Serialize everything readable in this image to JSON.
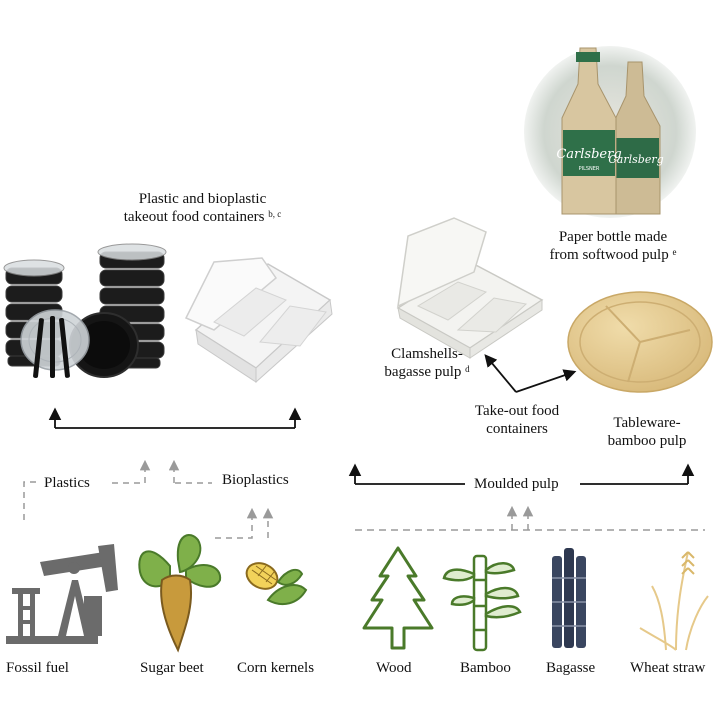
{
  "top_left": {
    "title_line1": "Plastic and bioplastic",
    "title_line2": "takeout food containers",
    "title_sup": "b, c"
  },
  "paper_bottle": {
    "line1": "Paper bottle made",
    "line2": "from softwood pulp",
    "sup": "e",
    "brand": "Carlsberg",
    "sub": "PILSNER"
  },
  "clamshells": {
    "line1": "Clamshells-",
    "line2": "bagasse pulp",
    "sup": "d"
  },
  "takeout": {
    "line1": "Take-out food",
    "line2": "containers"
  },
  "tableware": {
    "line1": "Tableware-",
    "line2": "bamboo pulp"
  },
  "categories": {
    "plastics": "Plastics",
    "bioplastics": "Bioplastics",
    "moulded_pulp": "Moulded pulp"
  },
  "sources": [
    {
      "label": "Fossil fuel",
      "icon": "oil-pump-icon"
    },
    {
      "label": "Sugar beet",
      "icon": "sugar-beet-icon"
    },
    {
      "label": "Corn kernels",
      "icon": "corn-icon"
    },
    {
      "label": "Wood",
      "icon": "tree-icon"
    },
    {
      "label": "Bamboo",
      "icon": "bamboo-icon"
    },
    {
      "label": "Bagasse",
      "icon": "bagasse-icon"
    },
    {
      "label": "Wheat straw",
      "icon": "wheat-icon"
    }
  ],
  "colors": {
    "green_line": "#4a7a2a",
    "leaf_green": "#7fb04a",
    "pump_gray": "#6b6b6b",
    "dashed_gray": "#9a9a9a",
    "pulp_tan": "#e3c98f"
  }
}
